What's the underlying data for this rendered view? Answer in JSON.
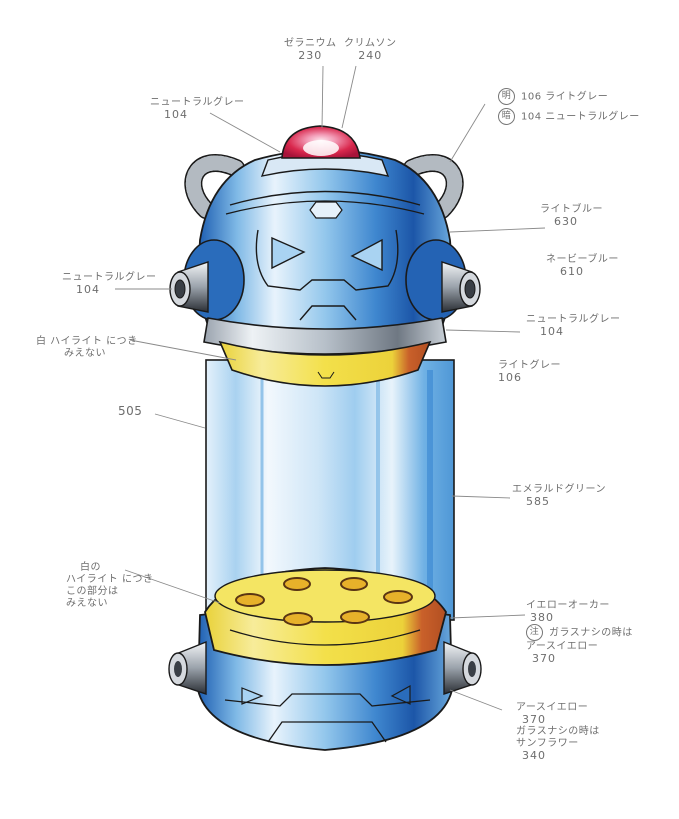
{
  "figure": {
    "subject": "capsule-device-color-model",
    "colors": {
      "dome_red": "#d8284a",
      "dome_highlight": "#f7c4d3",
      "body_light_blue": "#8fc3e8",
      "body_dark_blue": "#1f5fb0",
      "glass_blue": "#b9dcf3",
      "yellow": "#f1dc3a",
      "ochre": "#c8642a",
      "grey": "#9aa0a8",
      "outline": "#1a1a1a"
    }
  },
  "annotations": {
    "dome_a": {
      "name": "ゼラニウム",
      "code": "230"
    },
    "dome_b": {
      "name": "クリムソン",
      "code": "240"
    },
    "top_ring": {
      "name": "ニュートラルグレー",
      "code": "104"
    },
    "hose_light": {
      "mark": "明",
      "code": "106",
      "name": "ライトグレー"
    },
    "hose_dark": {
      "mark": "暗",
      "code": "104",
      "name": "ニュートラルグレー"
    },
    "light_blue": {
      "name": "ライトブルー",
      "code": "630"
    },
    "navy_blue": {
      "name": "ネービーブルー",
      "code": "610"
    },
    "left_nozzle": {
      "name": "ニュートラルグレー",
      "code": "104"
    },
    "upper_band": {
      "name": "ニュートラルグレー",
      "code": "104"
    },
    "light_grey": {
      "name": "ライトグレー",
      "code": "106"
    },
    "upper_highlight": {
      "line1": "白 ハイライト につき",
      "line2": "みえない"
    },
    "glass": {
      "code": "505"
    },
    "emerald": {
      "name": "エメラルドグリーン",
      "code": "585"
    },
    "lower_highlight": {
      "line1": "白の",
      "line2": "ハイライト につき",
      "line3": "この部分は",
      "line4": "みえない"
    },
    "ochre": {
      "name": "イエローオーカー",
      "code": "380",
      "mark": "注",
      "note": "ガラスナシの時は",
      "alt_name": "アースイエロー",
      "alt_code": "370"
    },
    "earth_yellow": {
      "name": "アースイエロー",
      "code": "370",
      "note": "ガラスナシの時は",
      "alt_name": "サンフラワー",
      "alt_code": "340"
    }
  }
}
